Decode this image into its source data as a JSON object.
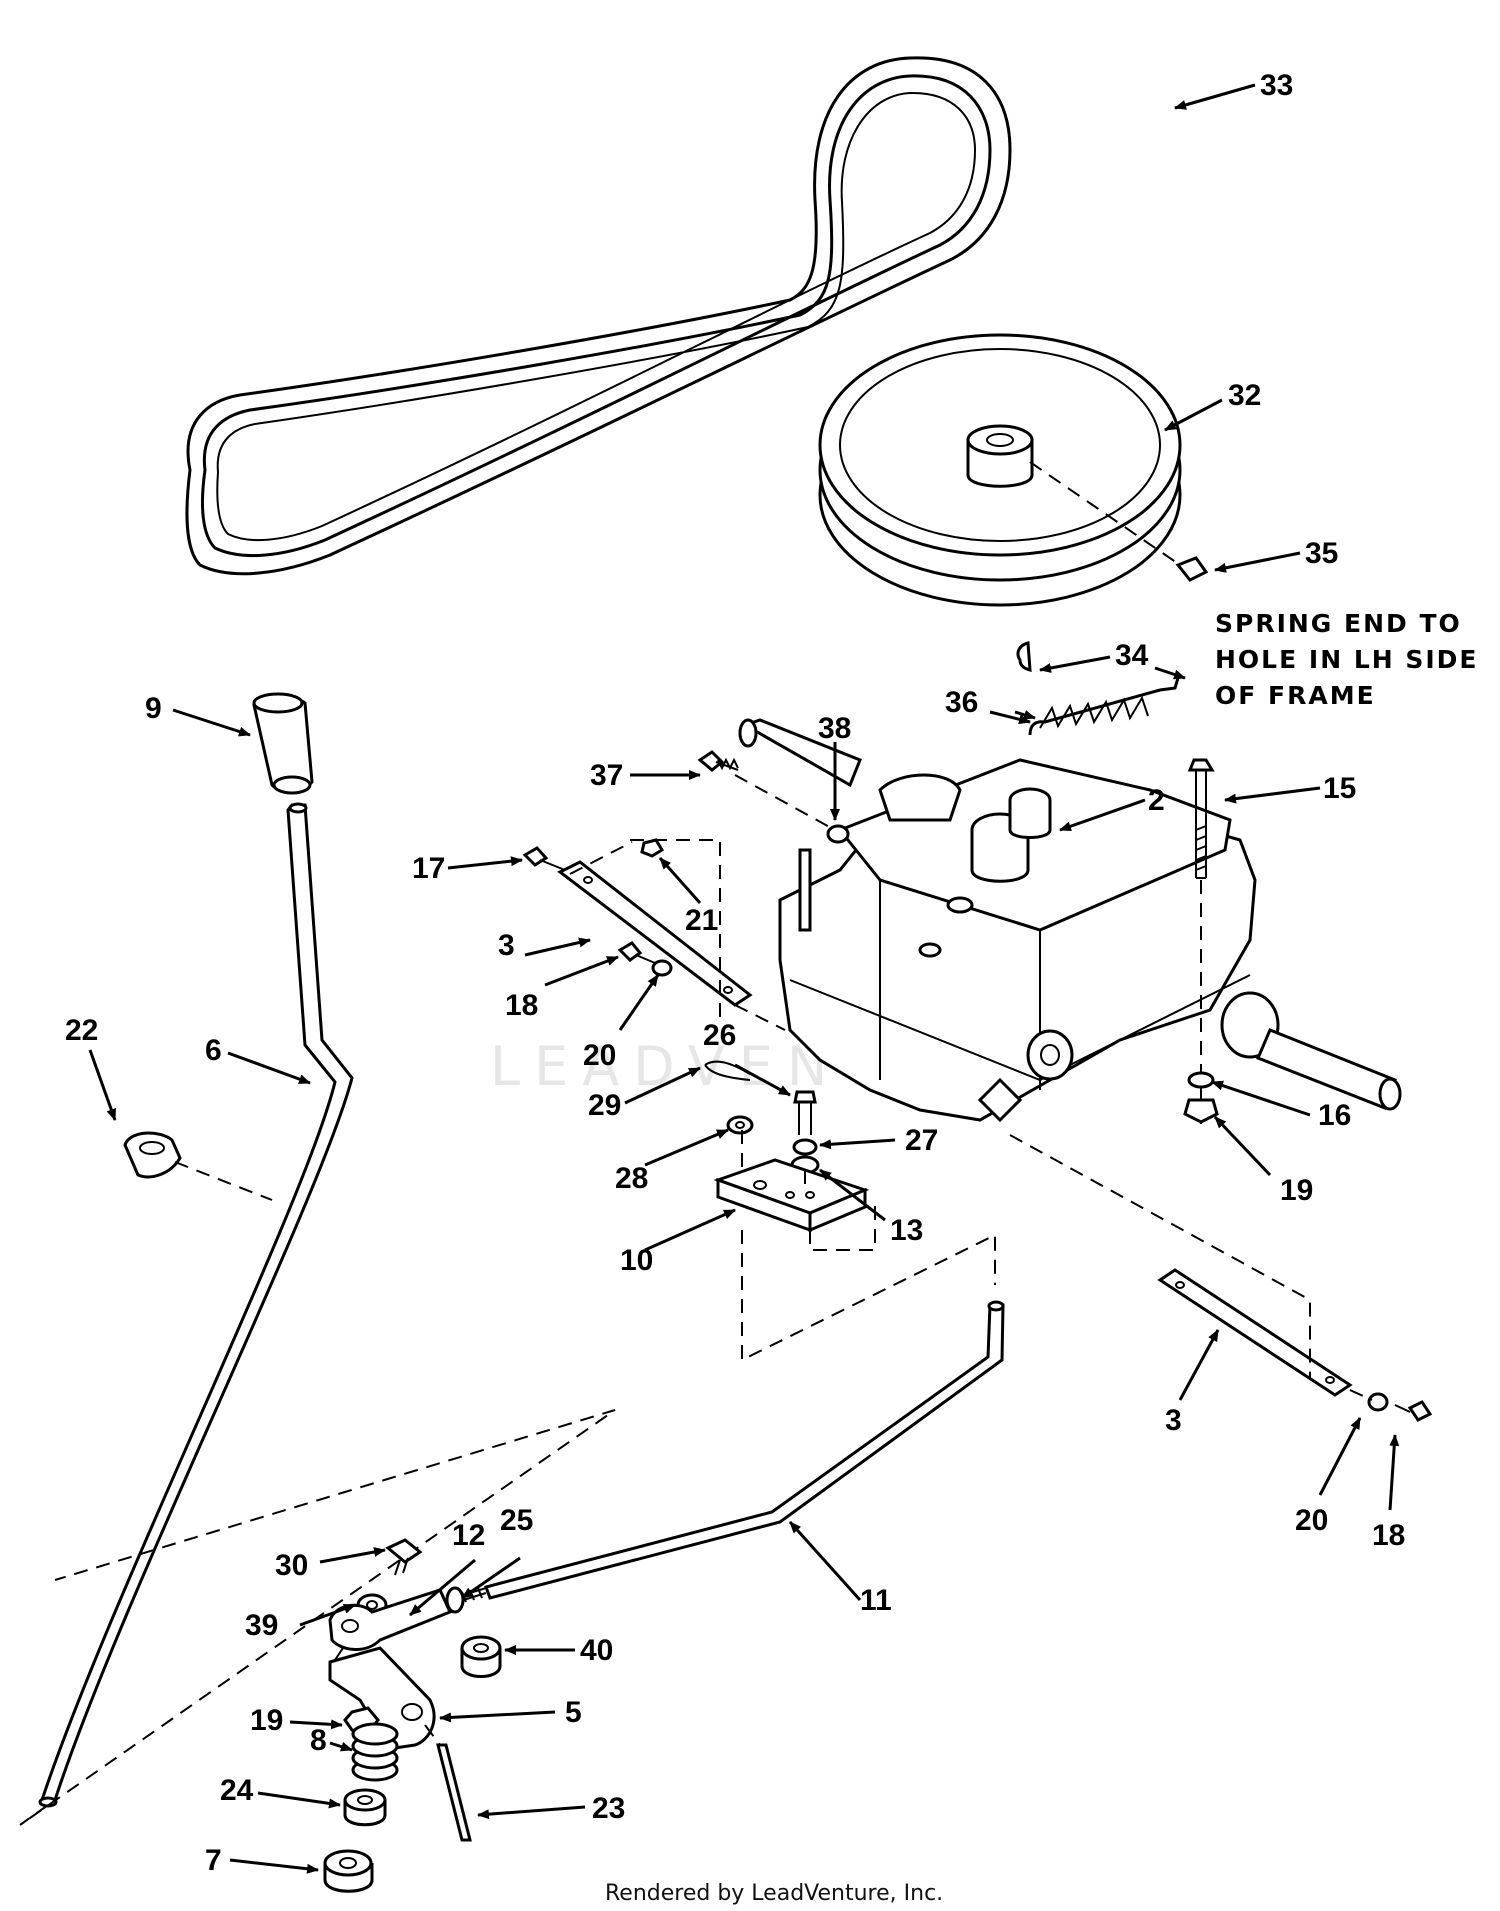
{
  "note": {
    "line1": "SPRING END TO",
    "line2": "HOLE IN LH SIDE",
    "line3": "OF FRAME"
  },
  "watermark": "LEADVENTURE",
  "credit": "Rendered by LeadVenture, Inc.",
  "callouts": {
    "c33": "33",
    "c32": "32",
    "c35": "35",
    "c34": "34",
    "c36": "36",
    "c9": "9",
    "c38": "38",
    "c37": "37",
    "c15": "15",
    "c2": "2",
    "c17": "17",
    "c21": "21",
    "c3a": "3",
    "c18a": "18",
    "c20a": "20",
    "c26": "26",
    "c22": "22",
    "c6": "6",
    "c29": "29",
    "c27": "27",
    "c16": "16",
    "c28": "28",
    "c13": "13",
    "c19a": "19",
    "c10": "10",
    "c3b": "3",
    "c20b": "20",
    "c18b": "18",
    "c30": "30",
    "c12": "12",
    "c25": "25",
    "c11": "11",
    "c39": "39",
    "c40": "40",
    "c19b": "19",
    "c5": "5",
    "c8": "8",
    "c23": "23",
    "c24": "24",
    "c7": "7"
  }
}
